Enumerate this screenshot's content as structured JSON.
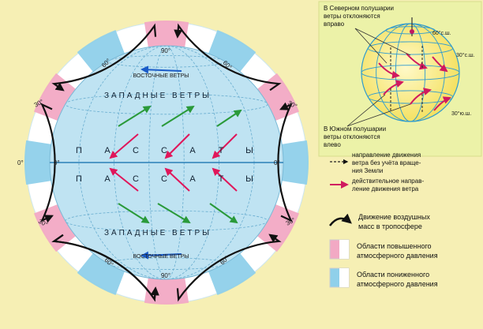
{
  "inset": {
    "north_text": [
      "В Северном полушарии",
      "ветры отклоняются",
      "вправо"
    ],
    "south_text": [
      "В Южном полушарии",
      "ветры отклоняются",
      "влево"
    ],
    "lat_60n": "60°с.ш.",
    "lat_30n": "30°с.ш.",
    "lat_30s": "30°ю.ш."
  },
  "globe": {
    "west_label": "ЗАПАДНЫЕ ВЕТРЫ",
    "east_label": "ВОСТОЧНЫЕ ВЕТРЫ",
    "trade_letters": [
      "П",
      "А",
      "С",
      "С",
      "А",
      "Т",
      "Ы"
    ],
    "equator": "0°"
  },
  "latitudes": {
    "deg90": "90°",
    "deg60": "60°",
    "deg30": "30°",
    "deg0": "0°"
  },
  "legend": {
    "dashed": [
      "направление движения",
      "ветра без учёта враще-",
      "ния Земли"
    ],
    "actual": [
      "действительное направ-",
      "ление движения ветра"
    ],
    "airmass": [
      "Движение воздушных",
      "масс в тропосфере"
    ],
    "high": [
      "Области повышенного",
      "атмосферного давления"
    ],
    "low": [
      "Области пониженного",
      "атмосферного давления"
    ]
  },
  "colors": {
    "background": "#f6efb4",
    "globe": "#bfe3f2",
    "high_pressure": "#f2a9c4",
    "low_pressure": "#8fd0ea",
    "actual_wind": "#d01a5f",
    "west_arrow": "#2a9a3a",
    "trade_arrow": "#e0165a"
  }
}
